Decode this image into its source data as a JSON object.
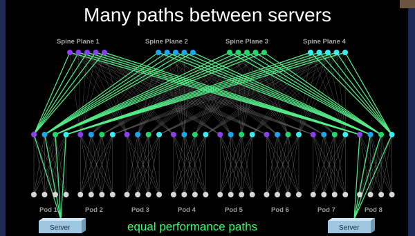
{
  "title": "Many paths between servers",
  "spine_planes": [
    {
      "label": "Spine Plane 1",
      "color": "#8a3ff0"
    },
    {
      "label": "Spine Plane 2",
      "color": "#1aa7f0"
    },
    {
      "label": "Spine Plane 3",
      "color": "#22d86a"
    },
    {
      "label": "Spine Plane 4",
      "color": "#38eef2"
    }
  ],
  "pods": [
    "Pod 1",
    "Pod 2",
    "Pod 3",
    "Pod 4",
    "Pod 5",
    "Pod 6",
    "Pod 7",
    "Pod 8"
  ],
  "servers": [
    "Server",
    "Server"
  ],
  "caption": "equal performance paths",
  "colors": {
    "background": "#000000",
    "title_text": "#ffffff",
    "highlight_path": "#55f08a",
    "mesh_link": "#7a7a7a",
    "rack_node": "#d8d8d8",
    "caption_text": "#33ff66",
    "server_box": "#9ec6df"
  }
}
